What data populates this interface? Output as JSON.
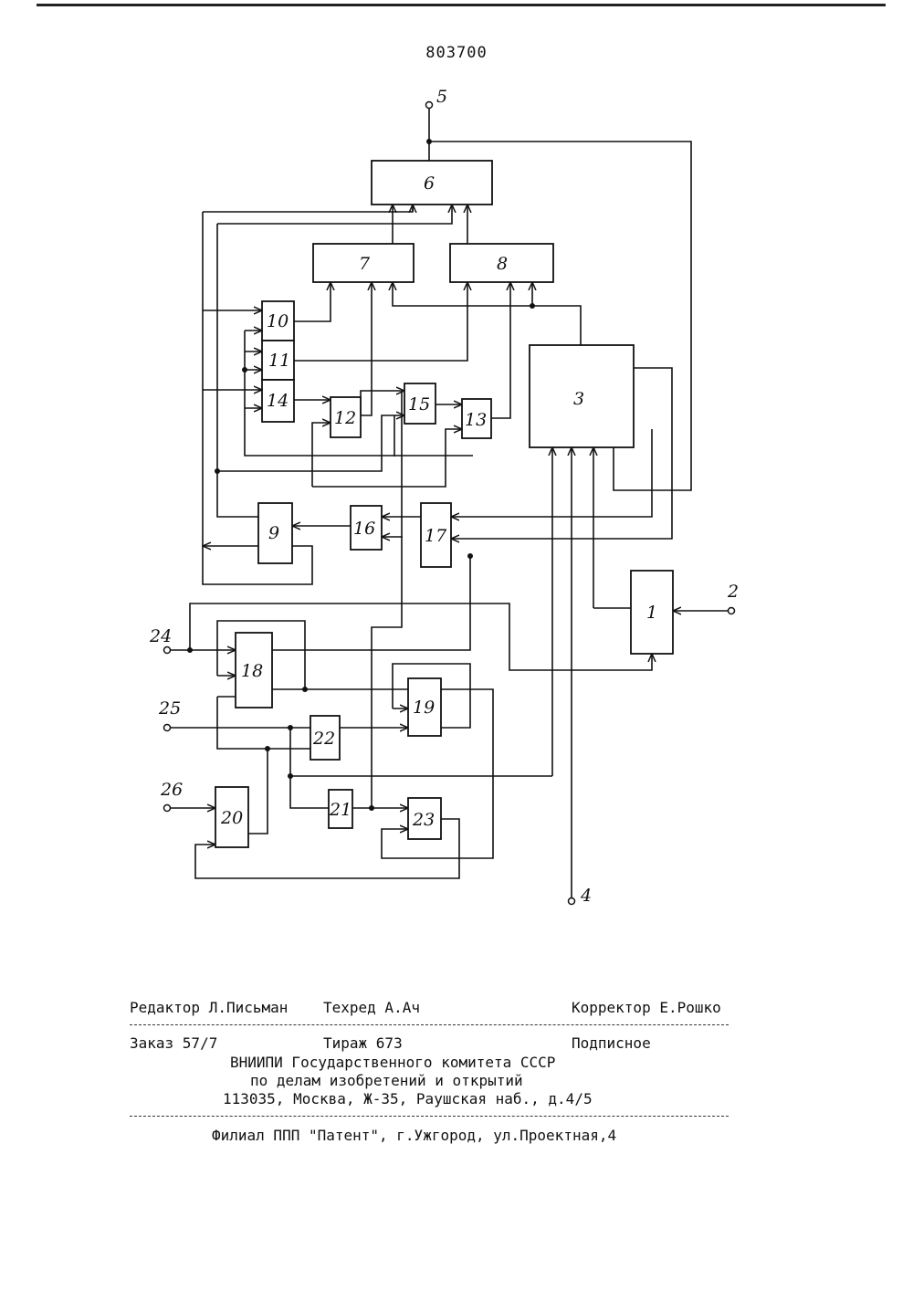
{
  "patent_number": "803700",
  "diagram": {
    "blocks": [
      "1",
      "3",
      "6",
      "7",
      "8",
      "9",
      "10",
      "11",
      "14",
      "12",
      "15",
      "13",
      "16",
      "17",
      "18",
      "19",
      "22",
      "20",
      "21",
      "23"
    ],
    "terminals": [
      "5",
      "2",
      "24",
      "25",
      "26",
      "4"
    ]
  },
  "colophon": {
    "editor": "Редактор Л.Письман",
    "techred": "Техред А.Ач",
    "corrector": "Корректор Е.Рошко",
    "order": "Заказ 57/7",
    "circulation": "Тираж 673",
    "subscription": "Подписное",
    "org_line1": "ВНИИПИ Государственного комитета СССР",
    "org_line2": "по делам изобретений и открытий",
    "address": "113035, Москва, Ж-35, Раушская наб., д.4/5",
    "branch": "Филиал ППП \"Патент\", г.Ужгород, ул.Проектная,4"
  }
}
